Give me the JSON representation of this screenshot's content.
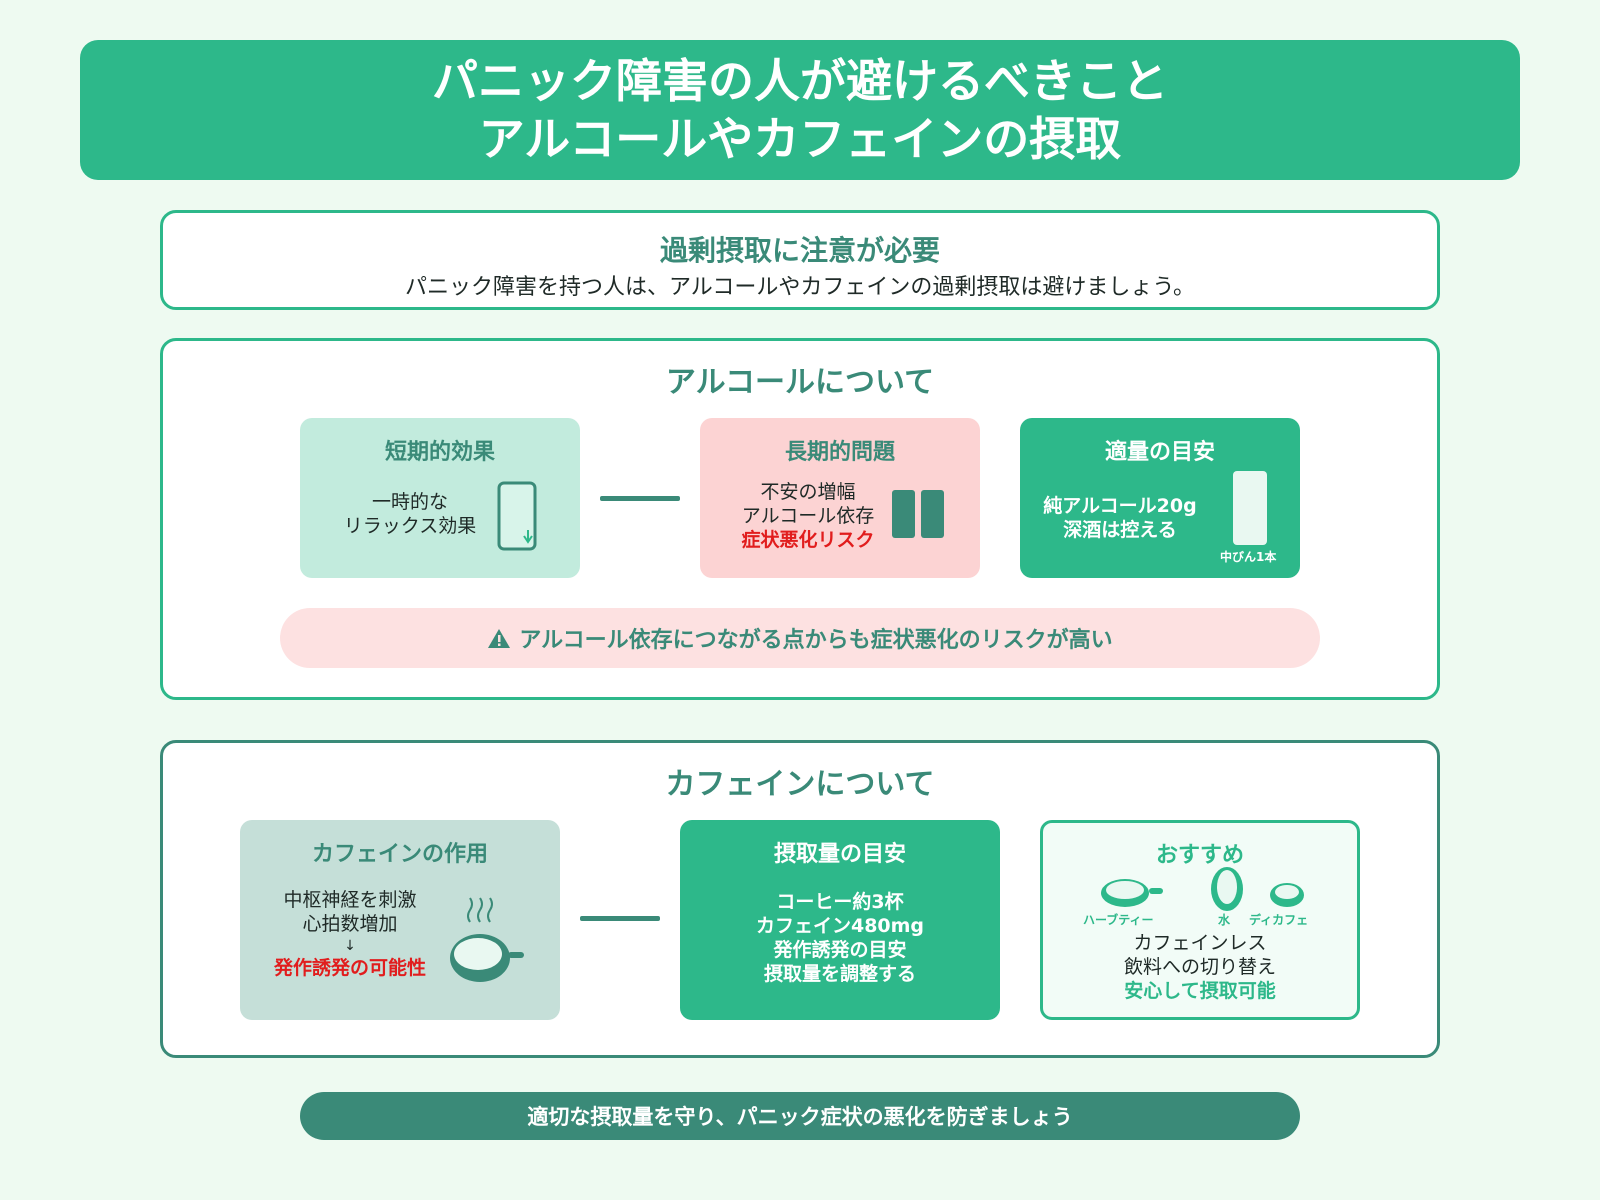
{
  "header": {
    "title_line1": "パニック障害の人が避けるべきこと",
    "title_line2": "アルコールやカフェインの摂取"
  },
  "notice": {
    "heading": "過剰摂取に注意が必要",
    "body": "パニック障害を持つ人は、アルコールやカフェインの過剰摂取は避けましょう。"
  },
  "alcohol": {
    "heading": "アルコールについて",
    "short_term": {
      "title": "短期的効果",
      "line1": "一時的な",
      "line2": "リラックス効果"
    },
    "long_term": {
      "title": "長期的問題",
      "line1": "不安の増幅",
      "line2": "アルコール依存",
      "line3": "症状悪化リスク"
    },
    "guideline": {
      "title": "適量の目安",
      "line1": "純アルコール20g",
      "line2": "深酒は控える",
      "bottle_label": "中びん1本"
    },
    "warning": "アルコール依存につながる点からも症状悪化のリスクが高い"
  },
  "caffeine": {
    "heading": "カフェインについて",
    "effect": {
      "title": "カフェインの作用",
      "line1": "中枢神経を刺激",
      "line2": "心拍数増加",
      "arrow": "↓",
      "line3": "発作誘発の可能性"
    },
    "intake": {
      "title": "摂取量の目安",
      "line1": "コーヒー約3杯",
      "line2": "カフェイン480mg",
      "line3": "発作誘発の目安",
      "line4": "摂取量を調整する"
    },
    "recommend": {
      "title": "おすすめ",
      "items": [
        "ハーブティー",
        "水",
        "ディカフェ"
      ],
      "line1": "カフェインレス",
      "line2": "飲料への切り替え",
      "line3": "安心して摂取可能"
    }
  },
  "footer": "適切な摂取量を守り、パニック症状の悪化を防ぎましょう",
  "colors": {
    "accent": "#2db88a",
    "dark_teal": "#3a8a78",
    "danger": "#e11d1d",
    "pink": "#fcd3d3",
    "mint": "#c2ebdd"
  }
}
